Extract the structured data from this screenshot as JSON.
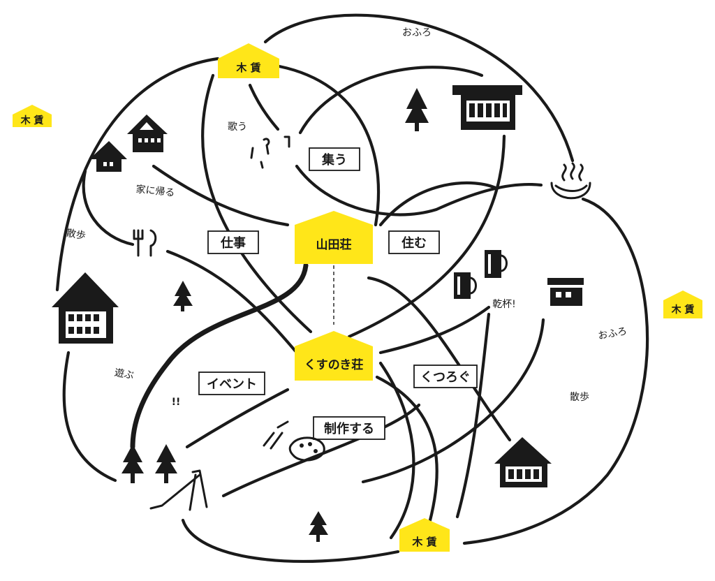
{
  "colors": {
    "accent_yellow": "#ffe619",
    "ink": "#1a1a1a",
    "background": "#ffffff"
  },
  "hubs": {
    "yamadaso": "山田荘",
    "kusunokiso": "くすのき荘"
  },
  "bath_tags": {
    "top": "木 賃",
    "left": "木 賃",
    "right": "木 賃",
    "bottom": "木 賃"
  },
  "activities": {
    "tsudou": "集う",
    "shigoto": "仕事",
    "sumu": "住む",
    "event": "イベント",
    "seisaku": "制作する",
    "kutsurogu": "くつろぐ"
  },
  "notes": {
    "ofuro_top": "おふろ",
    "utau": "歌う",
    "ie_ni_kaeru": "家に帰る",
    "sanpo_left": "散歩",
    "kanpai": "乾杯!",
    "asobu": "遊ぶ",
    "ofuro_right": "おふろ",
    "sanpo_right": "散歩",
    "exclaim": "!!"
  },
  "icons": [
    "small-house-icon",
    "tall-house-icon",
    "big-house-left-icon",
    "long-house-top-icon",
    "hot-spring-icon",
    "shop-building-icon",
    "house-bottom-right-icon",
    "tree-icon",
    "fork-knife-icon",
    "beer-mug-icon",
    "music-note-icon",
    "slide-icon",
    "paint-palette-icon"
  ]
}
